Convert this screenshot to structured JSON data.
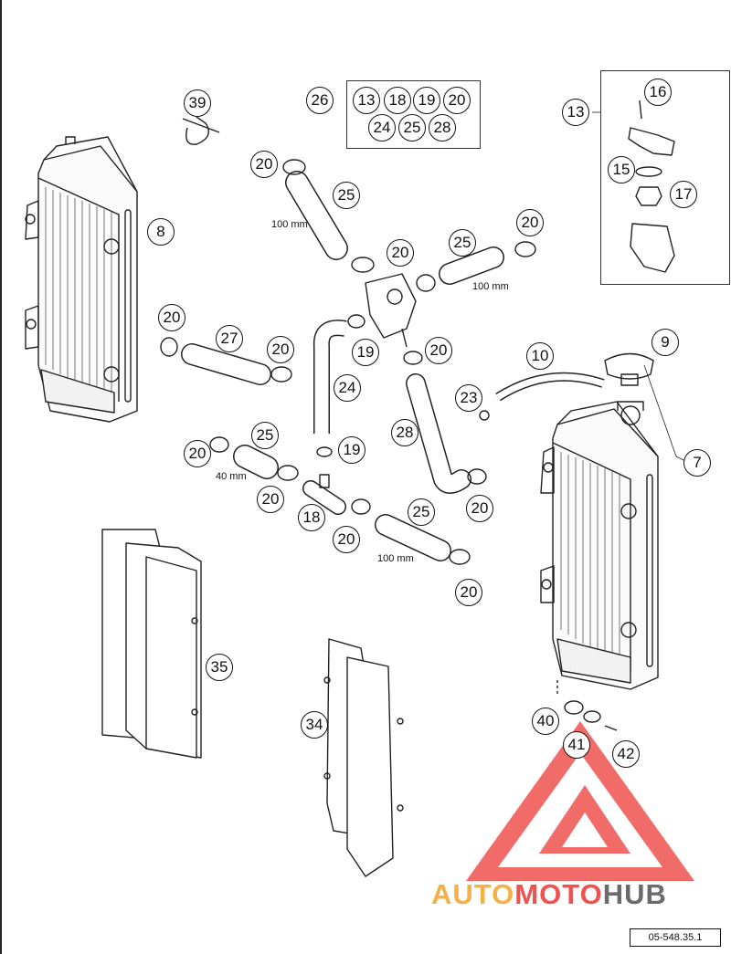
{
  "callouts": [
    {
      "id": "c39",
      "label": "39"
    },
    {
      "id": "c26",
      "label": "26"
    },
    {
      "id": "k13",
      "label": "13"
    },
    {
      "id": "k18",
      "label": "18"
    },
    {
      "id": "k19",
      "label": "19"
    },
    {
      "id": "k20",
      "label": "20"
    },
    {
      "id": "k24",
      "label": "24"
    },
    {
      "id": "k25",
      "label": "25"
    },
    {
      "id": "k28",
      "label": "28"
    },
    {
      "id": "t13",
      "label": "13"
    },
    {
      "id": "t16",
      "label": "16"
    },
    {
      "id": "t15",
      "label": "15"
    },
    {
      "id": "t17",
      "label": "17"
    },
    {
      "id": "c8",
      "label": "8"
    },
    {
      "id": "c20a",
      "label": "20"
    },
    {
      "id": "c25a",
      "label": "25"
    },
    {
      "id": "c20b",
      "label": "20"
    },
    {
      "id": "c20c",
      "label": "20"
    },
    {
      "id": "c25b",
      "label": "25"
    },
    {
      "id": "c20d",
      "label": "20"
    },
    {
      "id": "c27",
      "label": "27"
    },
    {
      "id": "c20e",
      "label": "20"
    },
    {
      "id": "c19a",
      "label": "19"
    },
    {
      "id": "c20f",
      "label": "20"
    },
    {
      "id": "c24",
      "label": "24"
    },
    {
      "id": "c10",
      "label": "10"
    },
    {
      "id": "c9",
      "label": "9"
    },
    {
      "id": "c23",
      "label": "23"
    },
    {
      "id": "c28",
      "label": "28"
    },
    {
      "id": "c7",
      "label": "7"
    },
    {
      "id": "c25c",
      "label": "25"
    },
    {
      "id": "c20g",
      "label": "20"
    },
    {
      "id": "c19b",
      "label": "19"
    },
    {
      "id": "c20h",
      "label": "20"
    },
    {
      "id": "c20i",
      "label": "20"
    },
    {
      "id": "c18",
      "label": "18"
    },
    {
      "id": "c20j",
      "label": "20"
    },
    {
      "id": "c25d",
      "label": "25"
    },
    {
      "id": "c20k",
      "label": "20"
    },
    {
      "id": "c35",
      "label": "35"
    },
    {
      "id": "c34",
      "label": "34"
    },
    {
      "id": "c40",
      "label": "40"
    },
    {
      "id": "c41",
      "label": "41"
    },
    {
      "id": "c42",
      "label": "42"
    }
  ],
  "dimensions": [
    {
      "id": "d1",
      "text": "100 mm"
    },
    {
      "id": "d2",
      "text": "100 mm"
    },
    {
      "id": "d3",
      "text": "40 mm"
    },
    {
      "id": "d4",
      "text": "100 mm"
    }
  ],
  "reference_code": "05-548.35.1",
  "watermark": {
    "part1": "AUTO",
    "part2": "MOTO",
    "part3": "HUB"
  },
  "colors": {
    "watermark_orange": "#f5b04a",
    "watermark_red": "#ef5350",
    "watermark_dark": "#6b6b6b",
    "line": "#222222"
  }
}
